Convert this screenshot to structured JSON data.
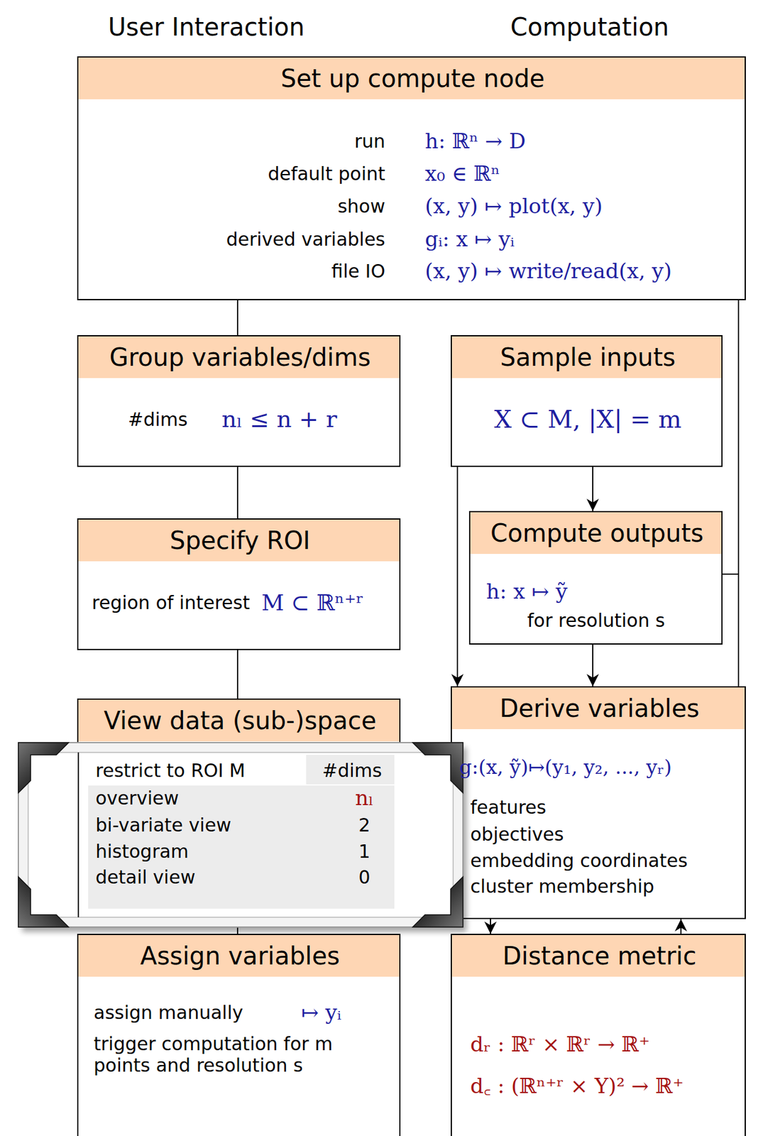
{
  "diagram": {
    "nodes": [
      {
        "text": [
          "Set up compute node",
          "run",
          "h: ℝⁿ → D",
          "default point",
          "x₀ ∈ ℝⁿ",
          "show",
          "(x, y) ↦ plot(x, y)",
          "derived variables",
          "gᵢ: x ↦ yᵢ",
          "file IO",
          "(x, y) ↦ write/read(x, y)"
        ]
      },
      {
        "text": [
          "Group variables/dims",
          "#dims",
          "nₗ ≤ n + r"
        ]
      },
      {
        "text": [
          "Sample inputs",
          "X ⊂ M, |X| = m"
        ]
      },
      {
        "text": [
          "Specify ROI",
          "region of interest",
          "M ⊂ ℝⁿ⁺ʳ"
        ]
      },
      {
        "text": [
          "Compute outputs",
          "h: x ↦ ỹ",
          "for resolution s"
        ]
      },
      {
        "text": [
          "View data (sub-)space",
          "restrict to ROI M",
          "#dims",
          "overview",
          "nₗ",
          "bi-variate view",
          "2",
          "histogram",
          "1",
          "detail view",
          "0"
        ]
      },
      {
        "text": [
          "Derive variables",
          "g:(x, ỹ)↦(y₁, y₂, ..., yᵣ)",
          "features",
          "objectives",
          "embedding coordinates",
          "cluster membership"
        ]
      },
      {
        "text": [
          "Assign variables",
          "assign manually",
          "↦ yᵢ",
          "trigger computation for m points and resolution s"
        ]
      },
      {
        "text": [
          "Distance metric",
          "dᵣ : ℝʳ × ℝʳ → ℝ⁺",
          "d꜀ : (ℝⁿ⁺ʳ × Y)² → ℝ⁺"
        ]
      }
    ],
    "edges": [
      {
        "from": 0,
        "to": 1,
        "arrow": "none"
      },
      {
        "from": 1,
        "to": 3,
        "arrow": "none"
      },
      {
        "from": 3,
        "to": 5,
        "arrow": "none"
      },
      {
        "from": 5,
        "to": 7,
        "arrow": "none"
      },
      {
        "from": 0,
        "to": 4,
        "arrow": "none"
      },
      {
        "from": 0,
        "to": 6,
        "arrow": "none"
      },
      {
        "from": 2,
        "to": 4,
        "arrow": "to"
      },
      {
        "from": 2,
        "to": 6,
        "arrow": "to"
      },
      {
        "from": 4,
        "to": 6,
        "arrow": "to"
      },
      {
        "from": 6,
        "to": 8,
        "arrow": "to"
      },
      {
        "from": 8,
        "to": 6,
        "arrow": "to"
      }
    ],
    "labels": [
      "User Interaction",
      "Computation"
    ]
  }
}
